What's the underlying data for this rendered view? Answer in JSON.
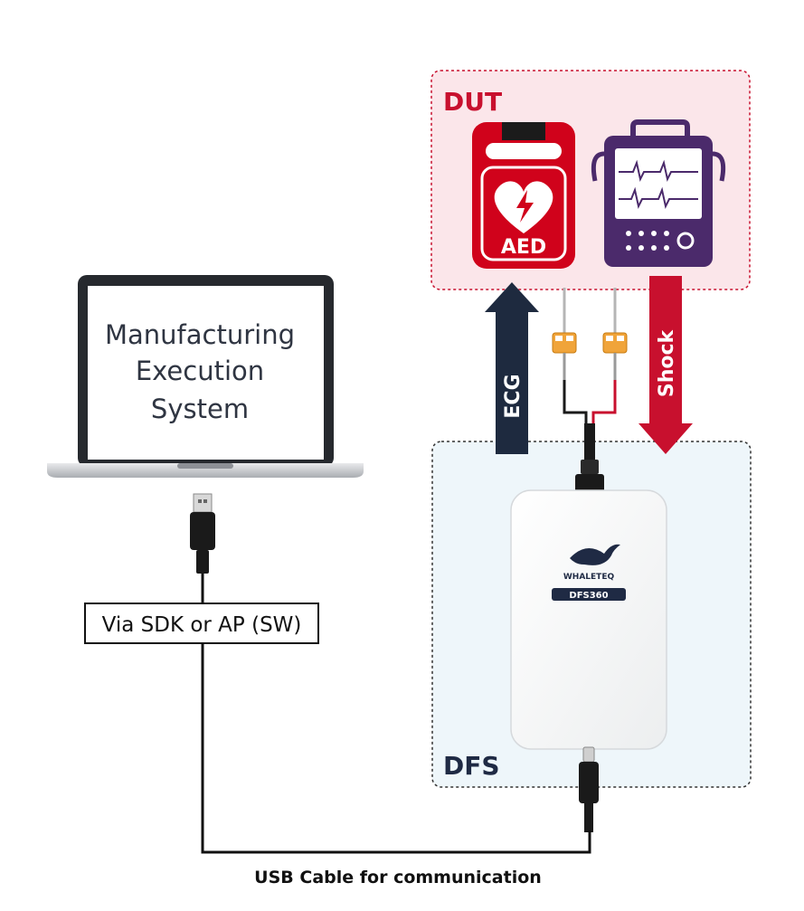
{
  "dut": {
    "title": "DUT",
    "aed_label": "AED"
  },
  "dfs": {
    "title": "DFS",
    "brand": "WHALETEQ",
    "model": "DFS360"
  },
  "laptop": {
    "screen_lines": [
      "Manufacturing",
      "Execution",
      "System"
    ]
  },
  "arrows": {
    "ecg": "ECG",
    "shock": "Shock"
  },
  "labels": {
    "sdk": "Via SDK or AP (SW)",
    "usb": "USB Cable for communication"
  },
  "colors": {
    "dut_red": "#c8102e",
    "dfs_navy": "#1f2a44",
    "ecg_arrow": "#1e2a3f",
    "shock_arrow": "#c8102e",
    "monitor_purple": "#4b2a6b"
  }
}
